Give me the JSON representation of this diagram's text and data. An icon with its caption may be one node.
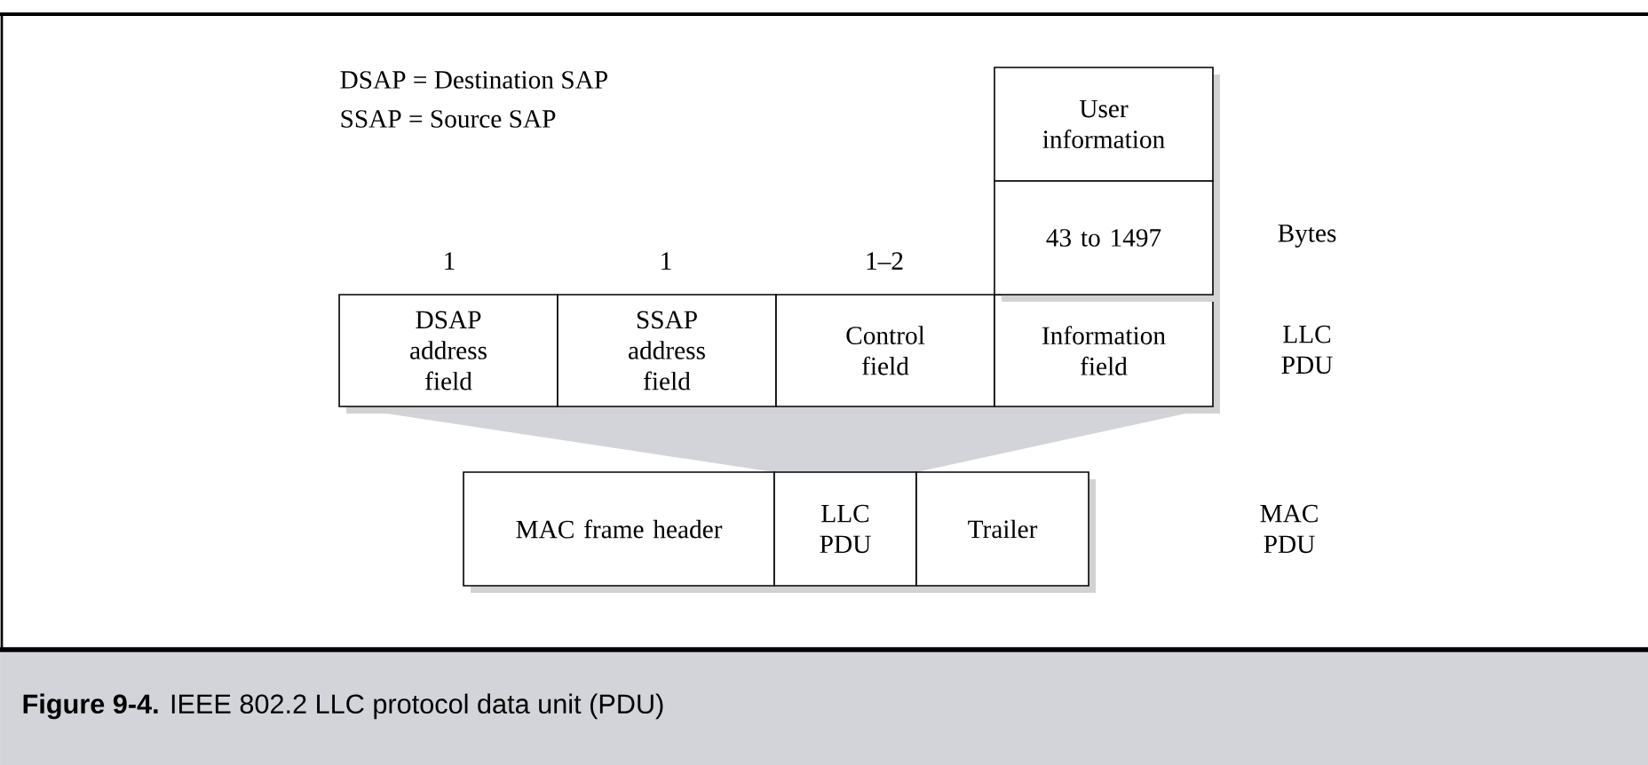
{
  "diagram": {
    "caption": "**Figure 9-4.** IEEE 802.2 LLC protocol data unit (PDU)",
    "nodes": [
      {
        "text": [
          "DSAP address field"
        ]
      },
      {
        "text": [
          "SSAP address field"
        ]
      },
      {
        "text": [
          "Control field"
        ]
      },
      {
        "text": [
          "Information field"
        ]
      },
      {
        "text": [
          "User information"
        ]
      },
      {
        "text": [
          "43 to 1497"
        ]
      },
      {
        "text": [
          "MAC frame header"
        ]
      },
      {
        "text": [
          "LLC PDU"
        ]
      },
      {
        "text": [
          "Trailer"
        ]
      }
    ],
    "labels": [
      "DSAP = Destination SAP",
      "SSAP = Source SAP",
      "1",
      "1",
      "1–2",
      "Bytes",
      "LLC PDU",
      "MAC PDU"
    ]
  }
}
